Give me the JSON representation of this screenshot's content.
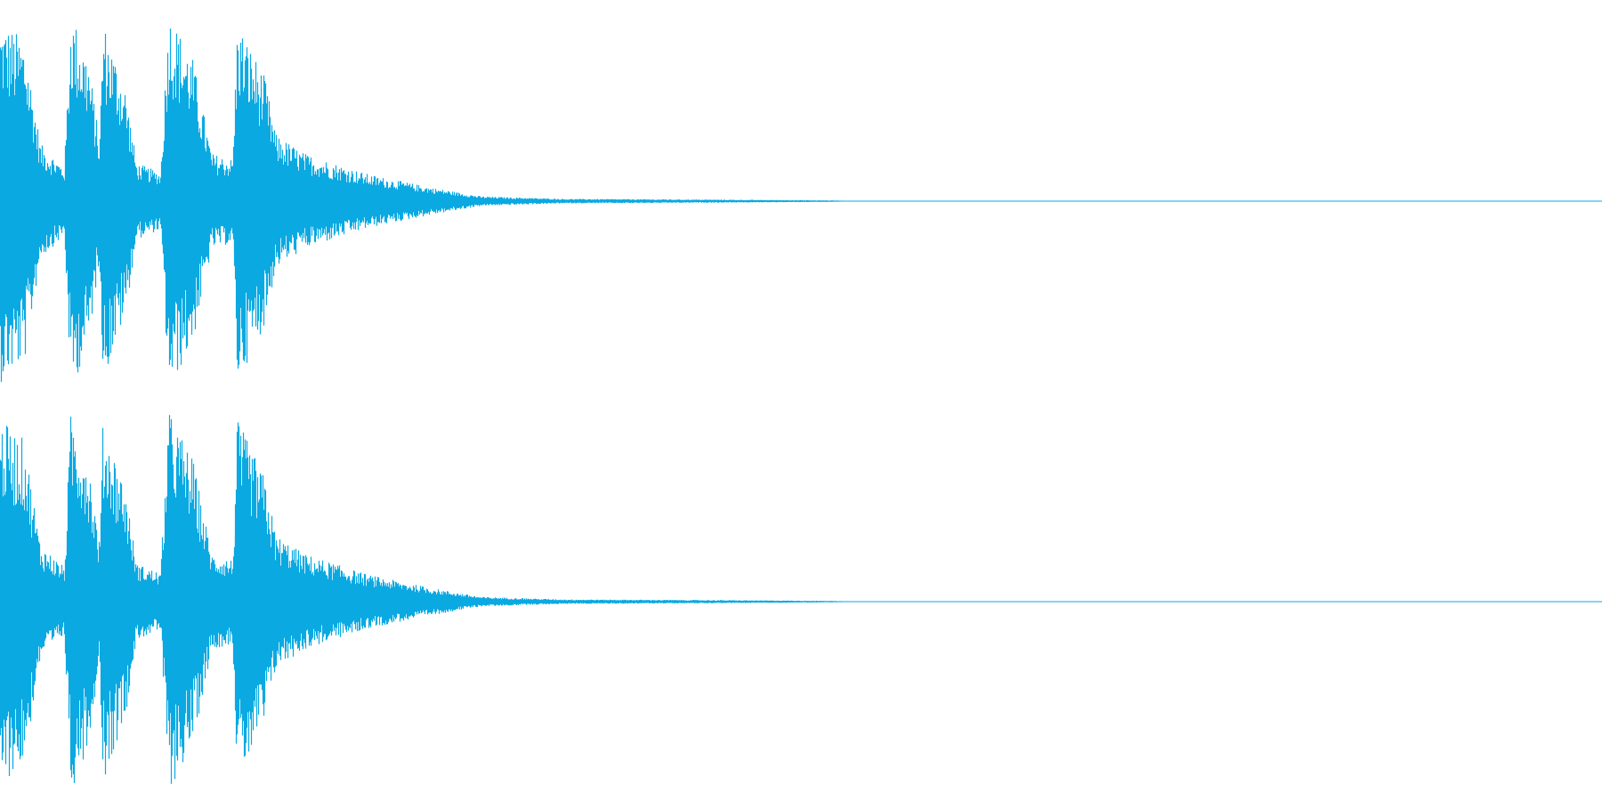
{
  "waveform": {
    "color": "#0aa9e2",
    "channels": [
      {
        "name": "",
        "envelope": [
          {
            "t": 0.0,
            "a": 0.95
          },
          {
            "t": 0.015,
            "a": 0.85
          },
          {
            "t": 0.025,
            "a": 0.3
          },
          {
            "t": 0.04,
            "a": 0.18
          },
          {
            "t": 0.044,
            "a": 1.0
          },
          {
            "t": 0.055,
            "a": 0.75
          },
          {
            "t": 0.062,
            "a": 0.3
          },
          {
            "t": 0.064,
            "a": 0.95
          },
          {
            "t": 0.078,
            "a": 0.6
          },
          {
            "t": 0.085,
            "a": 0.2
          },
          {
            "t": 0.1,
            "a": 0.15
          },
          {
            "t": 0.105,
            "a": 1.0
          },
          {
            "t": 0.12,
            "a": 0.75
          },
          {
            "t": 0.132,
            "a": 0.25
          },
          {
            "t": 0.145,
            "a": 0.22
          },
          {
            "t": 0.148,
            "a": 0.95
          },
          {
            "t": 0.165,
            "a": 0.65
          },
          {
            "t": 0.172,
            "a": 0.35
          },
          {
            "t": 0.19,
            "a": 0.25
          },
          {
            "t": 0.23,
            "a": 0.14
          },
          {
            "t": 0.27,
            "a": 0.07
          },
          {
            "t": 0.3,
            "a": 0.025
          },
          {
            "t": 0.35,
            "a": 0.012
          },
          {
            "t": 0.45,
            "a": 0.008
          },
          {
            "t": 0.52,
            "a": 0.004
          },
          {
            "t": 0.53,
            "a": 0.002
          },
          {
            "t": 1.0,
            "a": 0.002
          }
        ]
      },
      {
        "name": "",
        "envelope": [
          {
            "t": 0.0,
            "a": 0.95
          },
          {
            "t": 0.015,
            "a": 0.85
          },
          {
            "t": 0.025,
            "a": 0.3
          },
          {
            "t": 0.04,
            "a": 0.18
          },
          {
            "t": 0.044,
            "a": 1.0
          },
          {
            "t": 0.055,
            "a": 0.75
          },
          {
            "t": 0.062,
            "a": 0.3
          },
          {
            "t": 0.064,
            "a": 0.95
          },
          {
            "t": 0.078,
            "a": 0.6
          },
          {
            "t": 0.085,
            "a": 0.2
          },
          {
            "t": 0.1,
            "a": 0.15
          },
          {
            "t": 0.105,
            "a": 1.0
          },
          {
            "t": 0.12,
            "a": 0.75
          },
          {
            "t": 0.132,
            "a": 0.25
          },
          {
            "t": 0.145,
            "a": 0.22
          },
          {
            "t": 0.148,
            "a": 0.95
          },
          {
            "t": 0.165,
            "a": 0.65
          },
          {
            "t": 0.172,
            "a": 0.35
          },
          {
            "t": 0.19,
            "a": 0.25
          },
          {
            "t": 0.23,
            "a": 0.14
          },
          {
            "t": 0.27,
            "a": 0.07
          },
          {
            "t": 0.3,
            "a": 0.025
          },
          {
            "t": 0.35,
            "a": 0.012
          },
          {
            "t": 0.45,
            "a": 0.008
          },
          {
            "t": 0.52,
            "a": 0.004
          },
          {
            "t": 0.53,
            "a": 0.002
          },
          {
            "t": 1.0,
            "a": 0.002
          }
        ]
      }
    ]
  }
}
